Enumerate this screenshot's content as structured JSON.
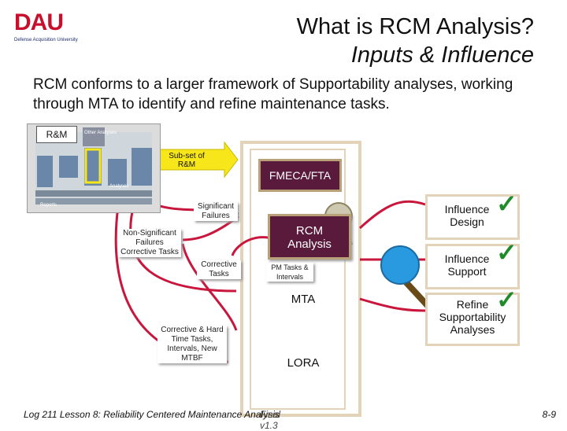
{
  "logo": {
    "brand": "DAU",
    "subtitle": "Defense Acquisition University"
  },
  "title": {
    "line1": "What is RCM Analysis?",
    "line2": "Inputs & Influence"
  },
  "intro": "RCM conforms to a larger framework of Supportability analyses, working through MTA to identify and refine maintenance tasks.",
  "thumbnail": {
    "rm_label": "R&M",
    "items": [
      "Other Analyses",
      "Reports",
      "Analyses"
    ]
  },
  "subset_label": "Sub-set of R&M",
  "boxes": {
    "fmeca": "FMECA/FTA",
    "rcm_line1": "RCM",
    "rcm_line2": "Analysis",
    "mta": "MTA",
    "lora": "LORA"
  },
  "labels": {
    "significant_failures": "Significant Failures",
    "non_significant": "Non-Significant Failures Corrective Tasks",
    "corrective_tasks": "Corrective Tasks",
    "pm_tasks": "PM Tasks & Intervals",
    "corrective_hard_time": "Corrective & Hard Time Tasks, Intervals, New MTBF"
  },
  "outcomes": {
    "influence_design": "Influence Design",
    "influence_support": "Influence Support",
    "refine": "Refine Supportability Analyses"
  },
  "footer": {
    "left": "Log 211 Lesson 8: Reliability Centered Maintenance Analysis",
    "overlap": "Final v1.3",
    "page": "8-9"
  },
  "colors": {
    "arrow": "#c8163c",
    "rcm_box": "#5a1a3c",
    "frame": "#e3d3b8",
    "yellow_arrow": "#f7e61a",
    "lens": "#2a9ae0",
    "check": "#1f8a2a"
  }
}
